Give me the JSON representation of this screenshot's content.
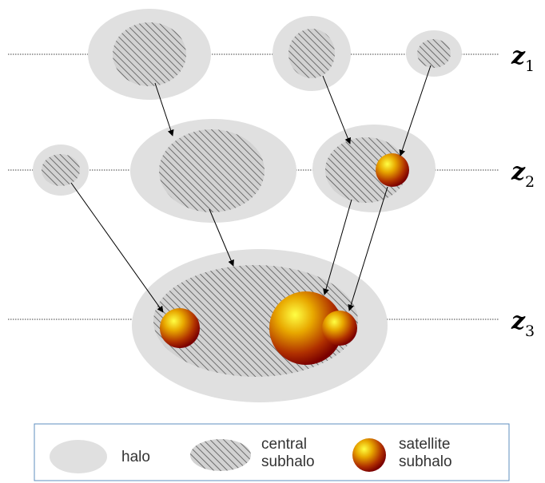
{
  "levels": [
    {
      "var": "z",
      "sub": "1"
    },
    {
      "var": "z",
      "sub": "2"
    },
    {
      "var": "z",
      "sub": "3"
    }
  ],
  "legend": {
    "halo": "halo",
    "central_line1": "central",
    "central_line2": "subhalo",
    "satellite_line1": "satellite",
    "satellite_line2": "subhalo"
  },
  "colors": {
    "halo": "#e0e0e0",
    "hatch": "#555555",
    "satellite_light": "#ffff33",
    "satellite_mid": "#e09a00",
    "satellite_dark": "#8c0000",
    "line": "#000000",
    "legend_border": "#5f8fbf"
  }
}
